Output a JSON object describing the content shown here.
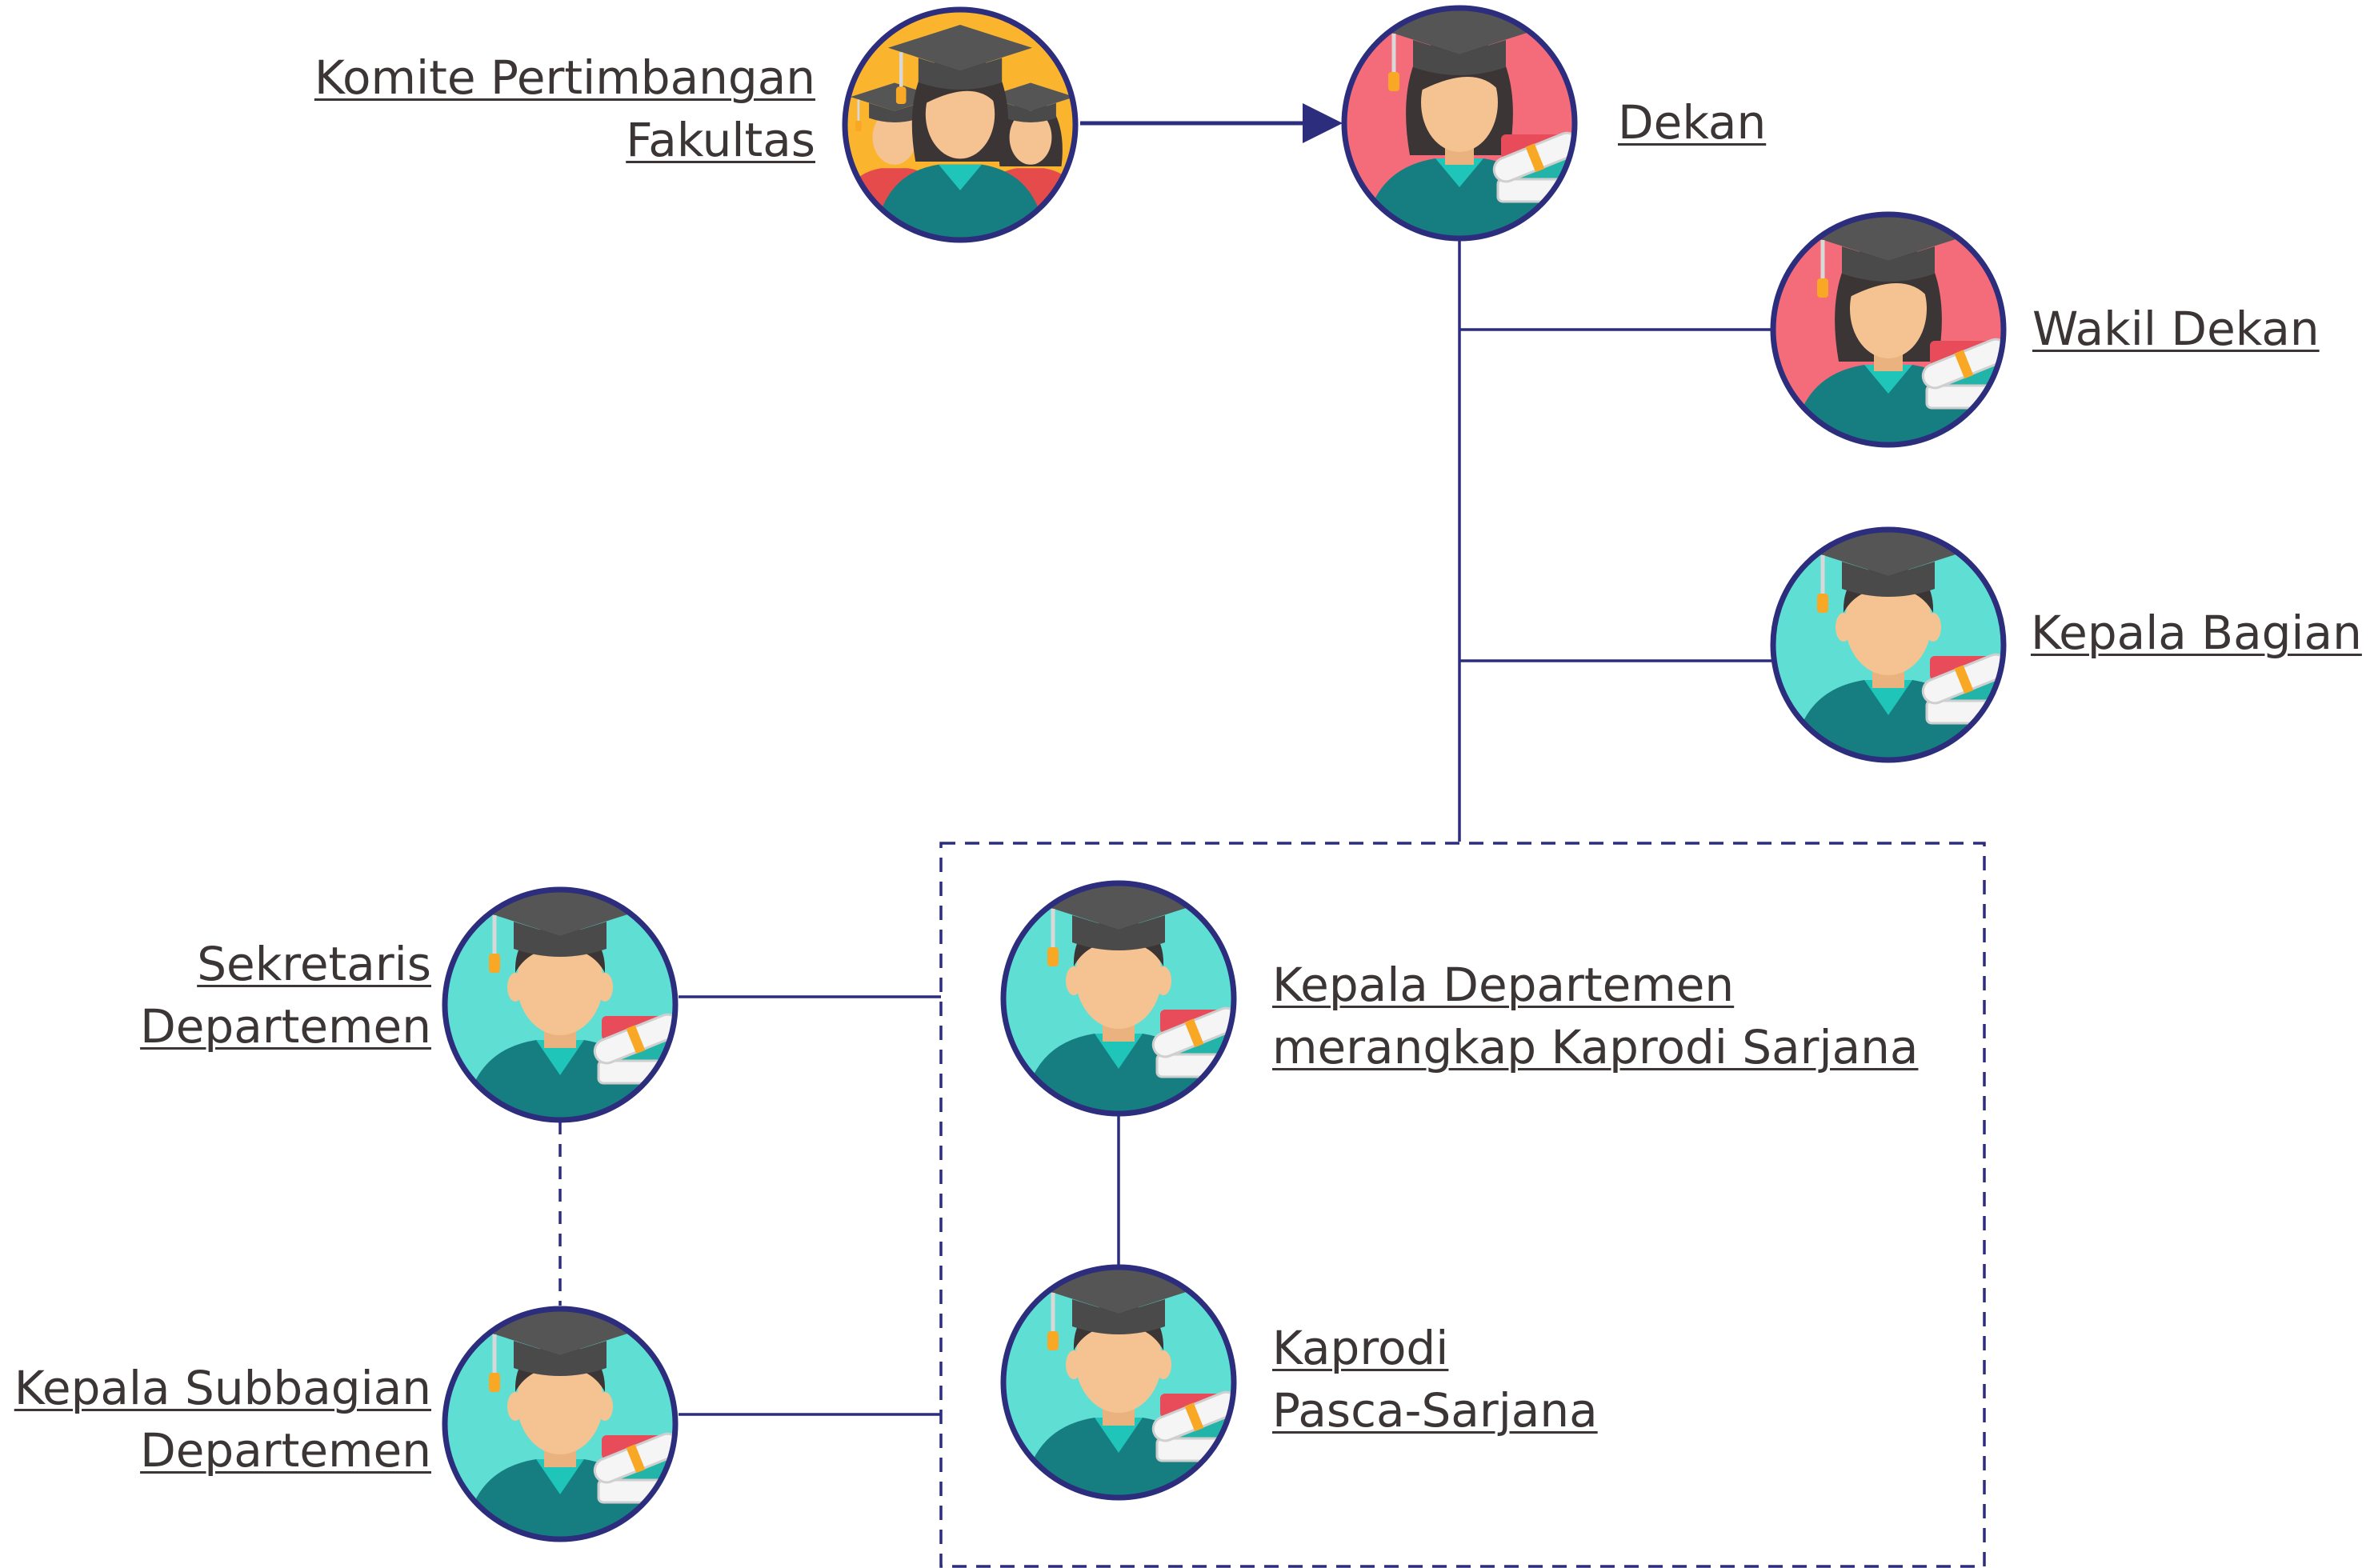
{
  "colors": {
    "line": "#2d2d7e",
    "ring": "#2d2d7e",
    "bg_yellow": "#fbb42d",
    "bg_pink": "#f46b7a",
    "bg_teal": "#5fded3",
    "gown": "#167e81",
    "gown_collar": "#1ec5b8",
    "skin": "#f5c392",
    "hair_dark": "#3b3535",
    "cap": "#555555",
    "tassel": "#f9a825",
    "tassel_red": "#e64b4b",
    "book_red": "#e84c5b",
    "scroll": "#f5f5f5",
    "label_text": "#3b3535"
  },
  "nodes": {
    "komite": {
      "lines": [
        "Komite Pertimbangan",
        "Fakultas"
      ],
      "avatar": "group-graduates-icon"
    },
    "dekan": {
      "lines": [
        "Dekan"
      ],
      "avatar": "female-graduate-icon"
    },
    "wakil_dekan": {
      "lines": [
        "Wakil Dekan"
      ],
      "avatar": "female-graduate-icon"
    },
    "kepala_bagian": {
      "lines": [
        "Kepala Bagian"
      ],
      "avatar": "male-graduate-icon"
    },
    "sekretaris": {
      "lines": [
        "Sekretaris",
        "Departemen"
      ],
      "avatar": "male-graduate-icon"
    },
    "kepala_subbagian": {
      "lines": [
        "Kepala Subbagian",
        "Departemen"
      ],
      "avatar": "male-graduate-icon"
    },
    "kepala_departemen": {
      "lines": [
        "Kepala Departemen",
        "merangkap Kaprodi Sarjana"
      ],
      "avatar": "male-graduate-icon"
    },
    "kaprodi_pasca": {
      "lines": [
        "Kaprodi",
        "Pasca-Sarjana"
      ],
      "avatar": "male-graduate-icon"
    }
  }
}
